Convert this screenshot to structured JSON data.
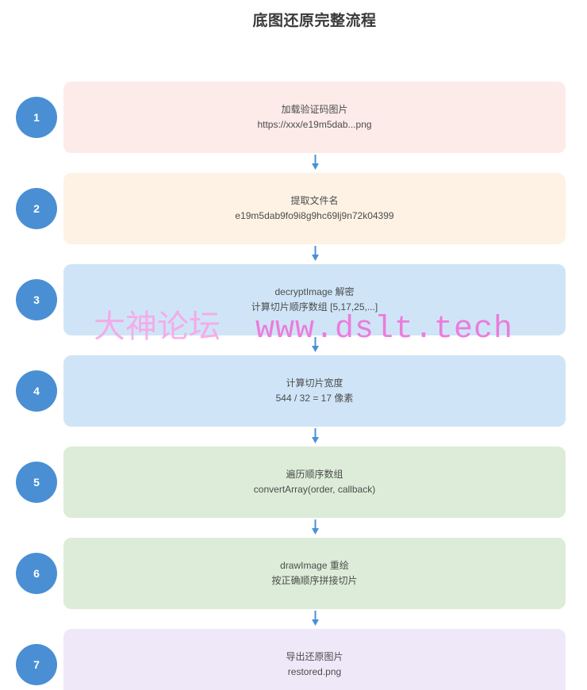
{
  "page": {
    "title": "底图还原完整流程"
  },
  "watermark": {
    "forum_name": "大神论坛",
    "site_url": "www.dslt.tech"
  },
  "colors": {
    "accent_blue": "#4a8fd4",
    "arrow_blue": "#4a90d9",
    "watermark_pink": "#f06cd8",
    "title_gray": "#3a3a3a",
    "text_gray": "#4c4c4c"
  },
  "steps": [
    {
      "number": "1",
      "title": "加载验证码图片",
      "detail": "https://xxx/e19m5dab...png",
      "bg": "#fcebe9"
    },
    {
      "number": "2",
      "title": "提取文件名",
      "detail": "e19m5dab9fo9i8g9hc69lj9n72k04399",
      "bg": "#fdf2e4"
    },
    {
      "number": "3",
      "title": "decryptImage 解密",
      "detail": "计算切片顺序数组 [5,17,25,...]",
      "bg": "#cfe5f7"
    },
    {
      "number": "4",
      "title": "计算切片宽度",
      "detail": "544 / 32 = 17 像素",
      "bg": "#cfe5f7"
    },
    {
      "number": "5",
      "title": "遍历顺序数组",
      "detail": "convertArray(order, callback)",
      "bg": "#dcecd8"
    },
    {
      "number": "6",
      "title": "drawImage 重绘",
      "detail": "按正确顺序拼接切片",
      "bg": "#dcecd8"
    },
    {
      "number": "7",
      "title": "导出还原图片",
      "detail": "restored.png",
      "bg": "#efe8f8"
    }
  ]
}
